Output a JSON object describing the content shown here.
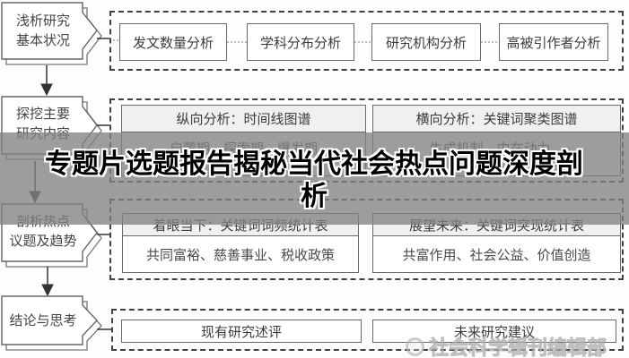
{
  "left_flow": {
    "node1": "浅析研究\n基本状况",
    "node2": "探挖主要\n研究内容",
    "node3": "剖析热点\n议题及趋势",
    "node4": "结论与思考"
  },
  "top_row": {
    "items": [
      "发文数量分析",
      "学科分布分析",
      "研究机构分析",
      "高被引作者分析"
    ]
  },
  "section2": {
    "left": {
      "header": "纵向分析：时间线图谱",
      "content": "启蒙期、探索期、爆发期"
    },
    "right": {
      "header": "横向分析：关键词聚类图谱",
      "content": "生成机制、内在动力、"
    }
  },
  "section3": {
    "left": {
      "header": "着眼当下：关键词词频统计表",
      "content": "共同富裕、慈善事业、税收政策"
    },
    "right": {
      "header": "展望未来：关键词突现统计表",
      "content": "共富作用、社会公益、价值创造"
    }
  },
  "section4": {
    "left": "现有研究述评",
    "right": "未来研究建议"
  },
  "overlay": {
    "title": "专题片选题报告揭秘当代社会热点问题深度剖析",
    "band_color": "#828282"
  },
  "watermark": {
    "text": "社会科学辑刊编辑部"
  }
}
